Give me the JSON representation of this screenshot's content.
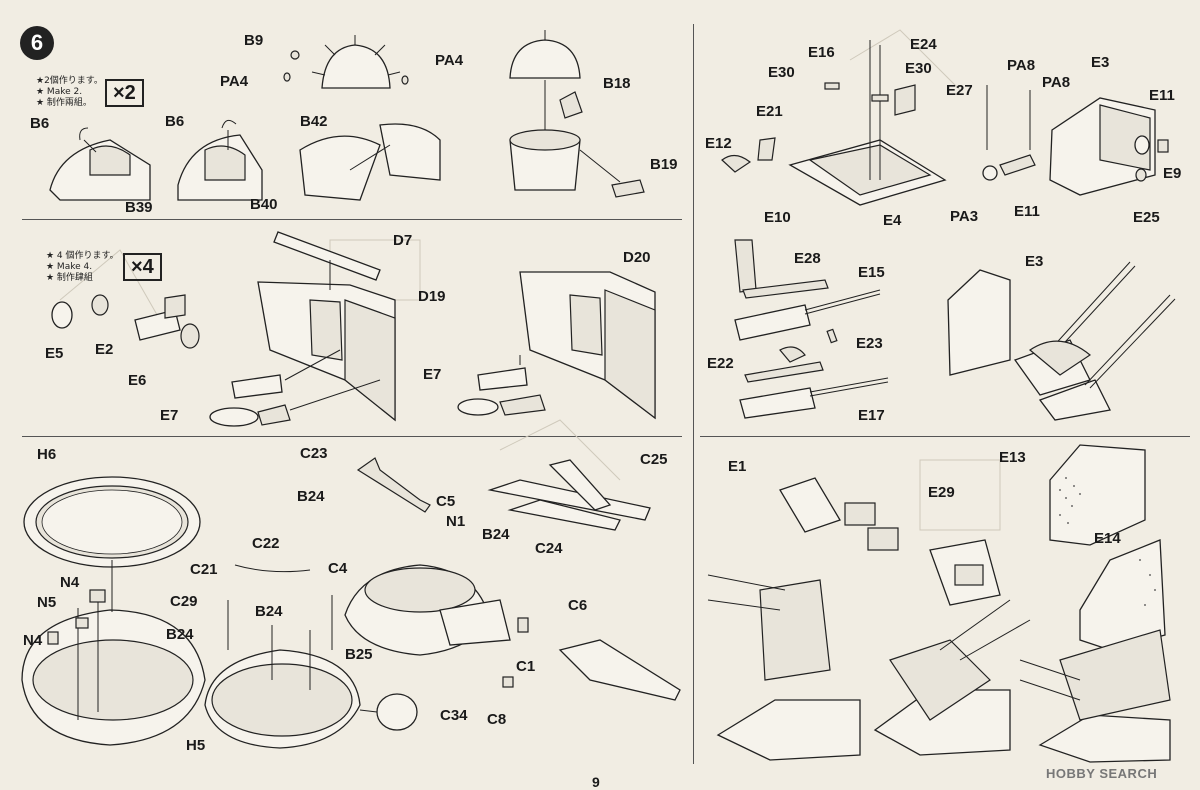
{
  "step_number": "6",
  "page_number": "9",
  "watermark": "HOBBY SEARCH",
  "notes": {
    "make2": [
      "★2個作ります。",
      "★ Make 2.",
      "★ 制作兩組。"
    ],
    "make4": [
      "★ 4 個作ります。",
      "★ Make 4.",
      "★ 制作肆組"
    ]
  },
  "multipliers": {
    "x2": "×2",
    "x4": "×4"
  },
  "labels": {
    "B9": "B9",
    "PA4a": "PA4",
    "PA4b": "PA4",
    "B42": "B42",
    "B6a": "B6",
    "B6b": "B6",
    "B39": "B39",
    "B40": "B40",
    "B18": "B18",
    "B19": "B19",
    "D7": "D7",
    "D19": "D19",
    "D20": "D20",
    "E5": "E5",
    "E2": "E2",
    "E6": "E6",
    "E7a": "E7",
    "E7b": "E7",
    "H6": "H6",
    "N4a": "N4",
    "N5": "N5",
    "N4b": "N4",
    "H5": "H5",
    "C23": "C23",
    "B24a": "B24",
    "C5": "C5",
    "N1": "N1",
    "B24b": "B24",
    "C25": "C25",
    "C24": "C24",
    "C22": "C22",
    "C21": "C21",
    "C4": "C4",
    "C29": "C29",
    "B24c": "B24",
    "B24d": "B24",
    "B25": "B25",
    "C6": "C6",
    "C1": "C1",
    "C8": "C8",
    "C34": "C34",
    "E16": "E16",
    "E24": "E24",
    "E30a": "E30",
    "E30b": "E30",
    "E27": "E27",
    "PA8a": "PA8",
    "PA8b": "PA8",
    "E3a": "E3",
    "E11a": "E11",
    "E21": "E21",
    "E12": "E12",
    "E4": "E4",
    "PA3": "PA3",
    "E11b": "E11",
    "E9": "E9",
    "E25": "E25",
    "E10": "E10",
    "E28": "E28",
    "E15": "E15",
    "E3b": "E3",
    "E23": "E23",
    "E22": "E22",
    "E17": "E17",
    "E1": "E1",
    "E29": "E29",
    "E13": "E13",
    "E14": "E14"
  }
}
